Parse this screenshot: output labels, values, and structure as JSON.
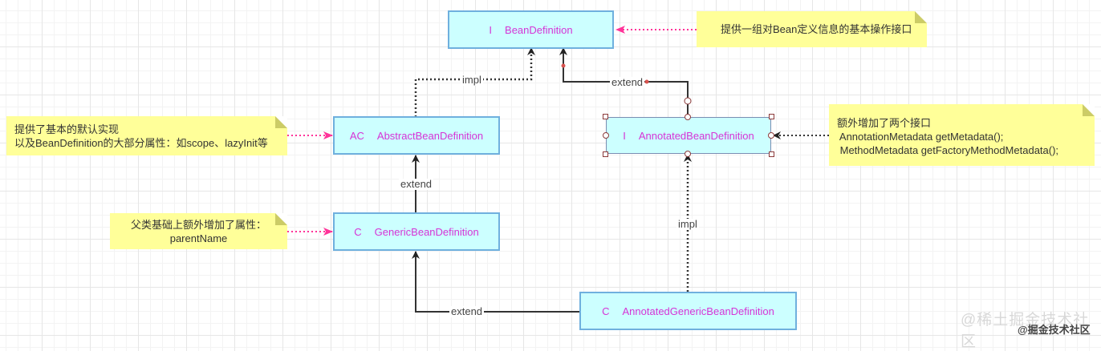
{
  "colors": {
    "class_fill": "#ccffff",
    "class_border": "#6fb0de",
    "class_text": "#d633d6",
    "note_fill": "#ffff99",
    "note_edge": "#ff3399",
    "edge": "#333333"
  },
  "classes": {
    "bean_definition": {
      "kind": "I",
      "name": "BeanDefinition"
    },
    "abstract_bean_definition": {
      "kind": "AC",
      "name": "AbstractBeanDefinition"
    },
    "annotated_bean_definition": {
      "kind": "I",
      "name": "AnnotatedBeanDefinition"
    },
    "generic_bean_definition": {
      "kind": "C",
      "name": "GenericBeanDefinition"
    },
    "annotated_generic_bean_definition": {
      "kind": "C",
      "name": "AnnotatedGenericBeanDefinition"
    }
  },
  "notes": {
    "bean_definition": {
      "lines": [
        "提供一组对Bean定义信息的基本操作接口"
      ]
    },
    "abstract_bean_definition": {
      "lines": [
        "提供了基本的默认实现",
        "以及BeanDefinition的大部分属性：如scope、lazyInit等"
      ]
    },
    "annotated_bean_definition": {
      "lines": [
        "额外增加了两个接口",
        " AnnotationMetadata getMetadata();",
        " MethodMetadata getFactoryMethodMetadata();"
      ]
    },
    "generic_bean_definition": {
      "lines": [
        "父类基础上额外增加了属性：",
        "parentName"
      ]
    }
  },
  "edges": {
    "abstract_impl": "impl",
    "annotated_extend": "extend",
    "generic_extend": "extend",
    "annotated_generic_impl": "impl",
    "annotated_generic_extend": "extend"
  },
  "watermark": {
    "main": "@稀土掘金技术社区",
    "overlay": "@掘金技术社区"
  }
}
